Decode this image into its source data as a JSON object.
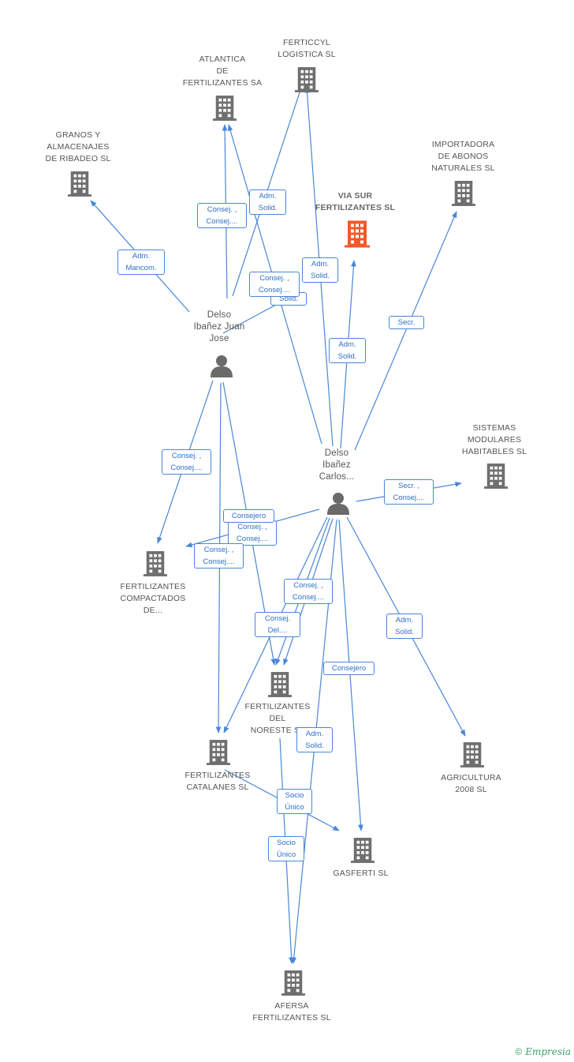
{
  "colors": {
    "edge": "#4a86d8",
    "company": "#6f6f6f",
    "focus_company": "#f05a28",
    "person": "#6a6a6a",
    "brand": "#3a9e6c"
  },
  "nodes": {
    "ferticcyl": {
      "label": "FERTICCYL\nLOGISTICA SL",
      "icon": "building-icon"
    },
    "atlantica": {
      "label": "ATLANTICA\nDE\nFERTILIZANTES SA",
      "icon": "building-icon"
    },
    "granos": {
      "label": "GRANOS Y\nALMACENAJES\nDE RIBADEO SL",
      "icon": "building-icon"
    },
    "viasur": {
      "label": "VIA SUR\nFERTILIZANTES SL",
      "icon": "building-icon"
    },
    "importadora": {
      "label": "IMPORTADORA\nDE ABONOS\nNATURALES SL",
      "icon": "building-icon"
    },
    "juanjose": {
      "label": "Delso\nIbañez Juan\nJose",
      "icon": "person-icon"
    },
    "sistemas": {
      "label": "SISTEMAS\nMODULARES\nHABITABLES SL",
      "icon": "building-icon"
    },
    "carlos": {
      "label": "Delso\nIbañez\nCarlos...",
      "icon": "person-icon"
    },
    "compactados": {
      "label": "FERTILIZANTES\nCOMPACTADOS\nDE...",
      "icon": "building-icon"
    },
    "noreste": {
      "label": "FERTILIZANTES\nDEL\nNORESTE SL",
      "icon": "building-icon"
    },
    "catalanes": {
      "label": "FERTILIZANTES\nCATALANES SL",
      "icon": "building-icon"
    },
    "agricultura": {
      "label": "AGRICULTURA\n2008 SL",
      "icon": "building-icon"
    },
    "gasferti": {
      "label": "GASFERTI SL",
      "icon": "building-icon"
    },
    "afersa": {
      "label": "AFERSA\nFERTILIZANTES SL",
      "icon": "building-icon"
    }
  },
  "relations": {
    "r1": "Adm.\nMancom.",
    "r2": "Consej. ,\nConsej....",
    "r3": "Adm.\nSolid.",
    "r4": "Adm.\nSolid.",
    "r5": "Consej. ,\nConsej....",
    "r6": "Solid.",
    "r7": "Adm.\nSolid.",
    "r8": "Secr.",
    "r9": "Consej. ,\nConsej....",
    "r10": "Secr. ,\nConsej....",
    "r11": "Consejero",
    "r12": "Consej. ,\nConsej....",
    "r13": "Consej. ,\nConsej....",
    "r14": "Consej. ,\nConsej....",
    "r15": "Adm.\nSolid.",
    "r16": "Consej.\nDel....",
    "r17": "Consejero",
    "r18": "Adm.\nSolid.",
    "r19": "Socio\nÚnico",
    "r20": "Socio\nÚnico"
  },
  "brand": {
    "symbol": "©",
    "name": "Empresia"
  }
}
